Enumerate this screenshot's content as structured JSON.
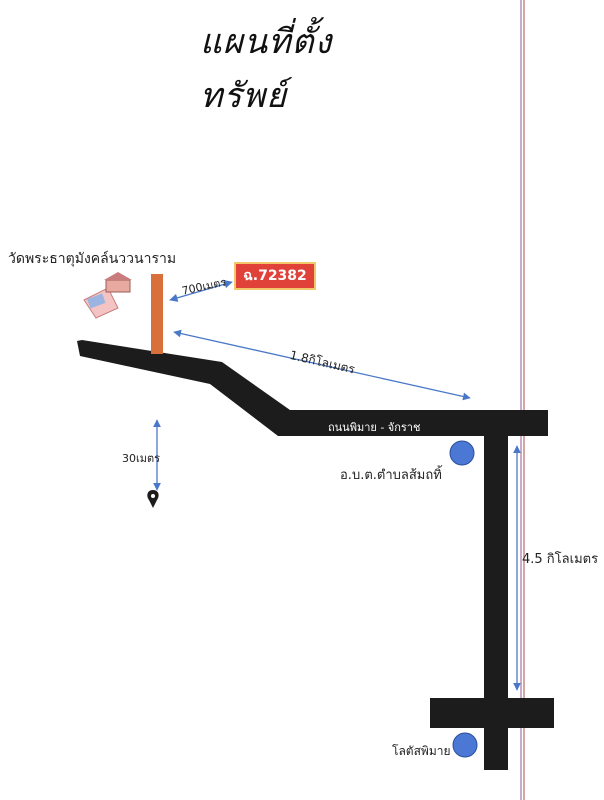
{
  "title": "แผนที่ตั้งทรัพย์",
  "labels": {
    "temple": "วัดพระธาตุมังคล์นววนาราม",
    "distance_to_property": "700เมตร",
    "distance_to_junction": "1.8กิโลเมตร",
    "road": "ถนนพิมาย - จักราช",
    "distance_to_pin": "30เมตร",
    "tambon_office": "อ.บ.ต.ตำบลส้มถทิ้",
    "distance_south": "4.5 กิโลเมตร",
    "lotus": "โลตัสพิมาย"
  },
  "property_plate": "ฉ.72382",
  "colors": {
    "road": "#1c1c1c",
    "lane": "#d9703c",
    "plate_bg": "#e0423a",
    "plate_border": "#f2c86b",
    "marker": "#4a78d4",
    "arrow": "#4a78c8",
    "edge_line": "#b48ab6"
  },
  "icons": [
    "temple-icon",
    "location-pin-icon"
  ]
}
